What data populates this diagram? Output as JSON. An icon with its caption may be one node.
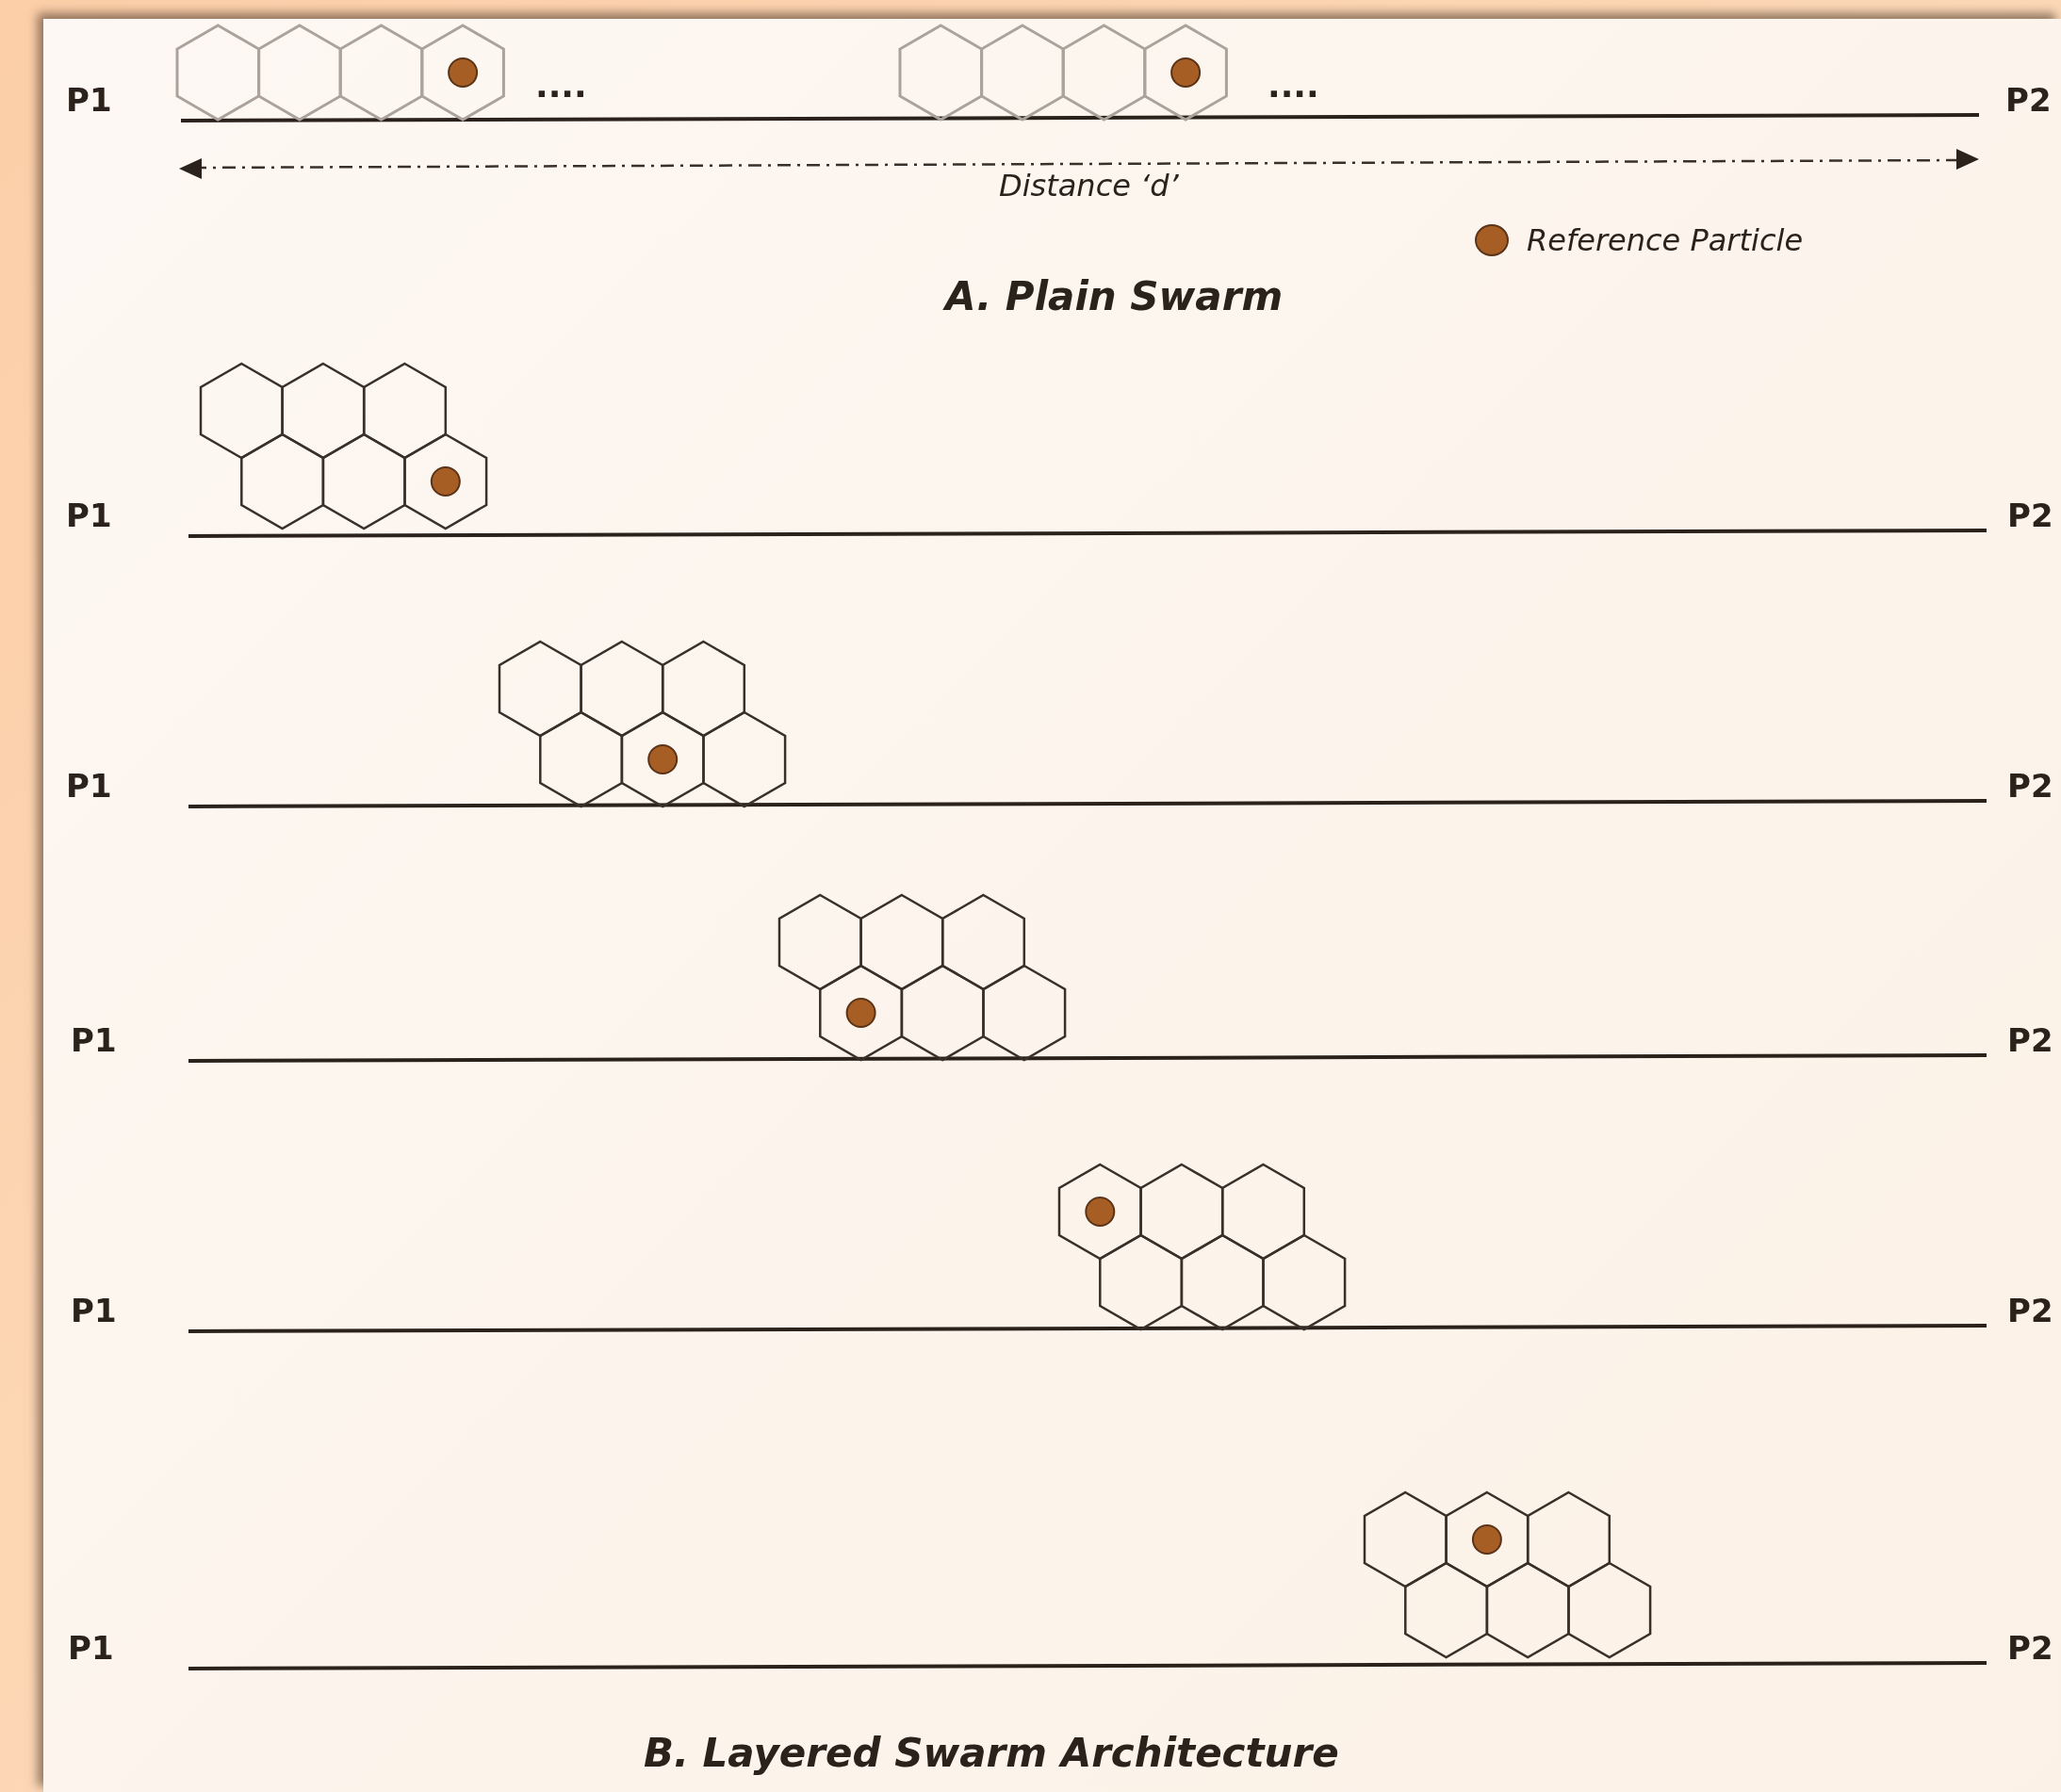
{
  "diagram": {
    "nodes": [
      {
        "text": [
          "P1"
        ]
      },
      {
        "text": [
          "P2"
        ]
      },
      {
        "text": [
          "P1"
        ]
      },
      {
        "text": [
          "P2"
        ]
      },
      {
        "text": [
          "P1"
        ]
      },
      {
        "text": [
          "P2"
        ]
      },
      {
        "text": [
          "P1"
        ]
      },
      {
        "text": [
          "P2"
        ]
      },
      {
        "text": [
          "P1"
        ]
      },
      {
        "text": [
          "P2"
        ]
      },
      {
        "text": [
          "P1"
        ]
      },
      {
        "text": [
          "P2"
        ]
      }
    ],
    "edges": [
      {
        "from": 0,
        "to": 1,
        "arrow": "none"
      },
      {
        "from": 2,
        "to": 3,
        "arrow": "none"
      },
      {
        "from": 4,
        "to": 5,
        "arrow": "none"
      },
      {
        "from": 6,
        "to": 7,
        "arrow": "none"
      },
      {
        "from": 8,
        "to": 9,
        "arrow": "none"
      },
      {
        "from": 10,
        "to": 11,
        "arrow": "none"
      }
    ],
    "labels": [
      "....",
      "....",
      "Distance ‘d’",
      "A. Plain Swarm",
      "B. Layered Swarm Architecture"
    ],
    "legend": [
      {
        "text": "Reference Particle",
        "color": "#a65e24"
      }
    ]
  }
}
